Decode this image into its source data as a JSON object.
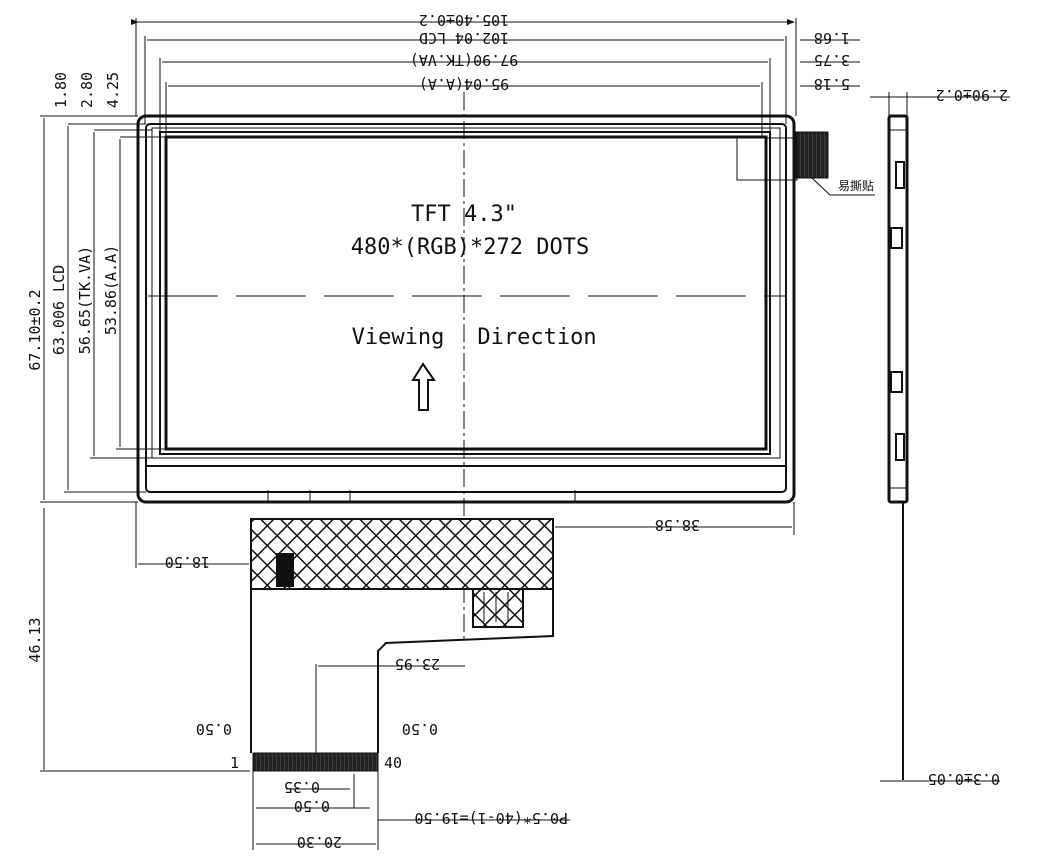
{
  "drawing": {
    "title": "TFT 4.3\"",
    "resolution": "480*(RGB)*272  DOTS",
    "viewing_direction": [
      "Viewing",
      "Direction"
    ]
  },
  "dimensions": {
    "top": {
      "overall_width": "105.40±0.2",
      "lcd_width": "102.04 LCD",
      "tk_va_width": "97.90(TK.VA)",
      "aa_width": "95.04(A.A)",
      "right_offset_1": "1.68",
      "right_offset_2": "3.75",
      "right_offset_3": "5.18"
    },
    "left": {
      "overall_height": "67.10±0.2",
      "lcd_height": "63.006 LCD",
      "tk_va_height": "56.65(TK.VA)",
      "aa_height": "53.86(A.A)",
      "top_offset_1": "1.80",
      "top_offset_2": "2.80",
      "top_offset_3": "4.25"
    },
    "fpc": {
      "left_offset": "18.50",
      "right_offset": "38.58",
      "fpc_length": "46.13",
      "tail_offset": "23.95",
      "edge_left": "0.50",
      "edge_right": "0.50",
      "pin_first": "1",
      "pin_last": "40",
      "pin_width": "0.35",
      "pin_pitch_gap": "0.50",
      "pitch_formula": "P0.5*(40-1)=19.50",
      "tail_width": "20.30"
    },
    "side": {
      "thickness": "2.90±0.2",
      "fpc_thickness": "0.3±0.05"
    }
  },
  "annotations": {
    "easy_peel_label": "易撕贴"
  }
}
